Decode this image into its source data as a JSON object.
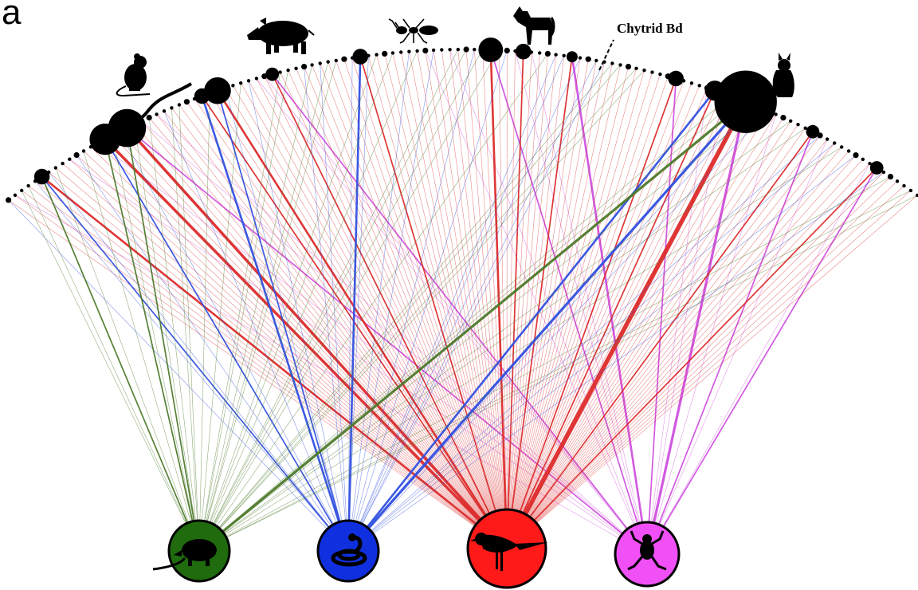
{
  "panel_label": "a",
  "annotation": {
    "label": "Chytrid Bd"
  },
  "colors": {
    "mammals": "#1f6b0e",
    "reptiles": "#1030e0",
    "birds": "#ff1a1a",
    "amphibians": "#f050f5",
    "threat_node": "#000000",
    "line_mammals": "#4d7a2a",
    "line_reptiles": "#3050e0",
    "line_birds": "#dd2a2a",
    "line_amphibians": "#d050e0"
  },
  "groups": [
    {
      "key": "mammals",
      "icon": "opossum-icon",
      "color": "#1f6b0e"
    },
    {
      "key": "reptiles",
      "icon": "snake-icon",
      "color": "#1030e0"
    },
    {
      "key": "birds",
      "icon": "bird-icon",
      "color": "#ff1a1a"
    },
    {
      "key": "amphibians",
      "icon": "frog-icon",
      "color": "#f050f5"
    }
  ],
  "threat_icons": [
    {
      "icon": "rat-icon",
      "threat": "rat"
    },
    {
      "icon": "pig-icon",
      "threat": "pig"
    },
    {
      "icon": "ant-icon",
      "threat": "ant"
    },
    {
      "icon": "dog-icon",
      "threat": "dog"
    },
    {
      "icon": "cat-icon",
      "threat": "cat"
    }
  ],
  "diagram_data": {
    "type": "bipartite-network",
    "threat_node_count": 120,
    "major_threats": [
      {
        "node": 5,
        "size": 3.5,
        "links": {
          "mammals": 1,
          "reptiles": 1,
          "birds": 2,
          "amphibians": 0
        }
      },
      {
        "node": 14,
        "size": 7.0,
        "links": {
          "mammals": 1,
          "reptiles": 1,
          "birds": 3,
          "amphibians": 0
        }
      },
      {
        "node": 17,
        "size": 8.5,
        "links": {
          "mammals": 1,
          "reptiles": 0,
          "birds": 3,
          "amphibians": 1
        }
      },
      {
        "node": 27,
        "size": 3.5,
        "links": {
          "mammals": 0,
          "reptiles": 2,
          "birds": 1,
          "amphibians": 0
        }
      },
      {
        "node": 29,
        "size": 6.0,
        "links": {
          "mammals": 0,
          "reptiles": 1,
          "birds": 2,
          "amphibians": 0
        }
      },
      {
        "node": 36,
        "size": 3.0,
        "links": {
          "mammals": 0,
          "reptiles": 0,
          "birds": 1,
          "amphibians": 1
        }
      },
      {
        "node": 47,
        "size": 3.5,
        "links": {
          "mammals": 0,
          "reptiles": 2,
          "birds": 1,
          "amphibians": 0
        }
      },
      {
        "node": 63,
        "size": 5.5,
        "links": {
          "mammals": 0,
          "reptiles": 0,
          "birds": 2,
          "amphibians": 1
        }
      },
      {
        "node": 67,
        "size": 3.5,
        "links": {
          "mammals": 0,
          "reptiles": 0,
          "birds": 1,
          "amphibians": 0
        }
      },
      {
        "node": 73,
        "size": 2.5,
        "links": {
          "mammals": 0,
          "reptiles": 0,
          "birds": 1,
          "amphibians": 2
        }
      },
      {
        "node": 86,
        "size": 3.5,
        "links": {
          "mammals": 0,
          "reptiles": 0,
          "birds": 1,
          "amphibians": 1
        }
      },
      {
        "node": 91,
        "size": 4.5,
        "links": {
          "mammals": 0,
          "reptiles": 2,
          "birds": 1,
          "amphibians": 0
        }
      },
      {
        "node": 95,
        "size": 14.0,
        "links": {
          "mammals": 1,
          "reptiles": 1,
          "birds": 4,
          "amphibians": 1
        }
      },
      {
        "node": 104,
        "size": 3.0,
        "links": {
          "mammals": 0,
          "reptiles": 0,
          "birds": 1,
          "amphibians": 1
        }
      },
      {
        "node": 113,
        "size": 3.0,
        "links": {
          "mammals": 0,
          "reptiles": 0,
          "birds": 1,
          "amphibians": 1
        }
      }
    ],
    "annotated_node": 73
  }
}
